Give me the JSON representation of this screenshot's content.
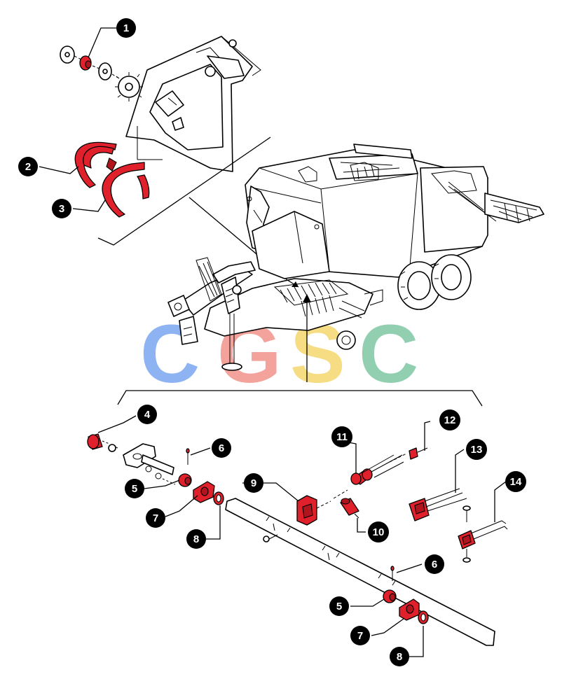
{
  "diagram": {
    "watermark": {
      "letters": [
        {
          "char": "C",
          "color": "#7aa6f2"
        },
        {
          "char": "G",
          "color": "#f2928b"
        },
        {
          "char": "S",
          "color": "#f5d76e"
        },
        {
          "char": "C",
          "color": "#7fc7a4"
        }
      ]
    },
    "callouts": [
      {
        "id": "c1",
        "label": "1"
      },
      {
        "id": "c2",
        "label": "2"
      },
      {
        "id": "c3",
        "label": "3"
      },
      {
        "id": "c4",
        "label": "4"
      },
      {
        "id": "c5a",
        "label": "5"
      },
      {
        "id": "c6a",
        "label": "6"
      },
      {
        "id": "c7a",
        "label": "7"
      },
      {
        "id": "c8a",
        "label": "8"
      },
      {
        "id": "c9",
        "label": "9"
      },
      {
        "id": "c10",
        "label": "10"
      },
      {
        "id": "c11",
        "label": "11"
      },
      {
        "id": "c12",
        "label": "12"
      },
      {
        "id": "c13",
        "label": "13"
      },
      {
        "id": "c14",
        "label": "14"
      },
      {
        "id": "c6b",
        "label": "6"
      },
      {
        "id": "c5b",
        "label": "5"
      },
      {
        "id": "c7b",
        "label": "7"
      },
      {
        "id": "c8b",
        "label": "8"
      }
    ],
    "colors": {
      "highlight_part": "#e0202a",
      "callout_fill": "#000000",
      "line": "#000000"
    }
  }
}
